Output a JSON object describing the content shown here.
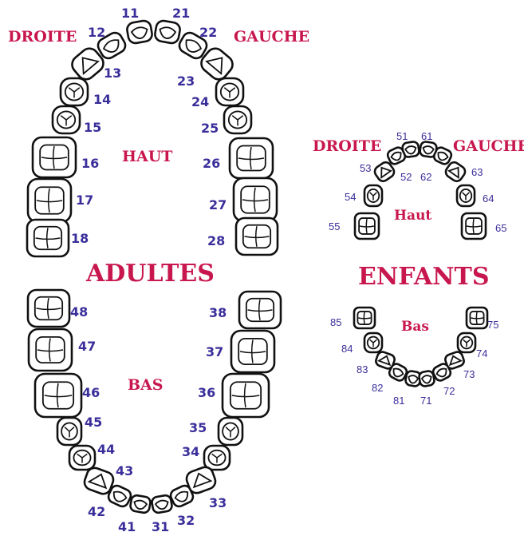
{
  "labels": {
    "adult_right": "DROITE",
    "adult_left": "GAUCHE",
    "adult_upper": "HAUT",
    "adult_lower": "BAS",
    "adult_title": "ADULTES",
    "child_right": "DROITE",
    "child_left": "GAUCHE",
    "child_upper": "Haut",
    "child_lower": "Bas",
    "child_title": "ENFANTS"
  },
  "adult_upper": [
    {
      "num": "11",
      "kind": "incisor"
    },
    {
      "num": "12",
      "kind": "incisor"
    },
    {
      "num": "13",
      "kind": "canine"
    },
    {
      "num": "14",
      "kind": "premolar"
    },
    {
      "num": "15",
      "kind": "premolar"
    },
    {
      "num": "16",
      "kind": "molar"
    },
    {
      "num": "17",
      "kind": "molar"
    },
    {
      "num": "18",
      "kind": "molar"
    },
    {
      "num": "21",
      "kind": "incisor"
    },
    {
      "num": "22",
      "kind": "incisor"
    },
    {
      "num": "23",
      "kind": "canine"
    },
    {
      "num": "24",
      "kind": "premolar"
    },
    {
      "num": "25",
      "kind": "premolar"
    },
    {
      "num": "26",
      "kind": "molar"
    },
    {
      "num": "27",
      "kind": "molar"
    },
    {
      "num": "28",
      "kind": "molar"
    }
  ],
  "adult_lower": [
    {
      "num": "48",
      "kind": "molar"
    },
    {
      "num": "47",
      "kind": "molar"
    },
    {
      "num": "46",
      "kind": "molar"
    },
    {
      "num": "45",
      "kind": "premolar"
    },
    {
      "num": "44",
      "kind": "premolar"
    },
    {
      "num": "43",
      "kind": "canine"
    },
    {
      "num": "42",
      "kind": "incisor"
    },
    {
      "num": "41",
      "kind": "incisor"
    },
    {
      "num": "38",
      "kind": "molar"
    },
    {
      "num": "37",
      "kind": "molar"
    },
    {
      "num": "36",
      "kind": "molar"
    },
    {
      "num": "35",
      "kind": "premolar"
    },
    {
      "num": "34",
      "kind": "premolar"
    },
    {
      "num": "33",
      "kind": "canine"
    },
    {
      "num": "32",
      "kind": "incisor"
    },
    {
      "num": "31",
      "kind": "incisor"
    }
  ],
  "child_upper": [
    {
      "num": "51",
      "kind": "incisor"
    },
    {
      "num": "52",
      "kind": "incisor"
    },
    {
      "num": "53",
      "kind": "canine"
    },
    {
      "num": "54",
      "kind": "premolar"
    },
    {
      "num": "55",
      "kind": "molar"
    },
    {
      "num": "61",
      "kind": "incisor"
    },
    {
      "num": "62",
      "kind": "incisor"
    },
    {
      "num": "63",
      "kind": "canine"
    },
    {
      "num": "64",
      "kind": "premolar"
    },
    {
      "num": "65",
      "kind": "molar"
    }
  ],
  "child_lower": [
    {
      "num": "85",
      "kind": "molar"
    },
    {
      "num": "84",
      "kind": "premolar"
    },
    {
      "num": "83",
      "kind": "canine"
    },
    {
      "num": "82",
      "kind": "incisor"
    },
    {
      "num": "81",
      "kind": "incisor"
    },
    {
      "num": "75",
      "kind": "molar"
    },
    {
      "num": "74",
      "kind": "premolar"
    },
    {
      "num": "73",
      "kind": "canine"
    },
    {
      "num": "72",
      "kind": "incisor"
    },
    {
      "num": "71",
      "kind": "incisor"
    }
  ],
  "colors": {
    "label": "#c8174e",
    "number": "#3a2e9a",
    "outline": "#111111"
  }
}
